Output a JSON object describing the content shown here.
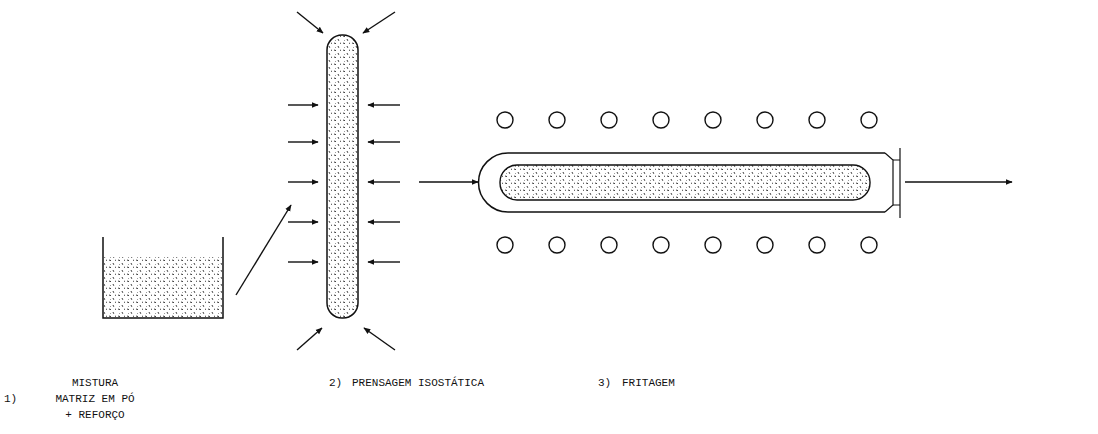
{
  "diagram": {
    "nodes": [
      {
        "text": [
          "1)",
          "MISTURA MATRIZ EM PÓ + REFORÇO"
        ]
      },
      {
        "text": [
          "2)",
          "PRENSAGEM ISOSTÁTICA"
        ]
      },
      {
        "text": [
          "3)",
          "FRITAGEM"
        ]
      }
    ],
    "edges": [
      {
        "from": 0,
        "to": 1,
        "arrow": "to"
      },
      {
        "from": 1,
        "to": 2,
        "arrow": "to"
      }
    ]
  }
}
